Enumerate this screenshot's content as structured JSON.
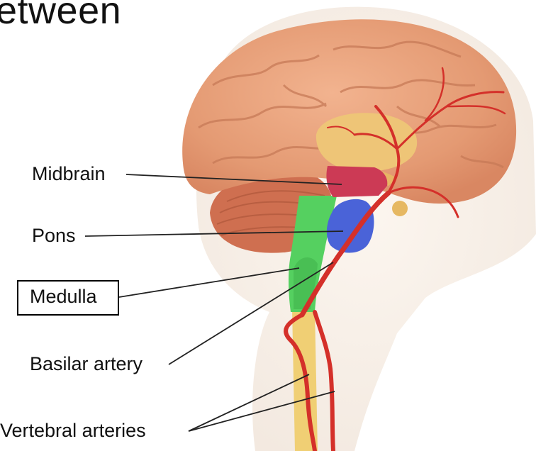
{
  "slide": {
    "title_fragment": "etween"
  },
  "labels": {
    "midbrain": "Midbrain",
    "pons": "Pons",
    "medulla": "Medulla",
    "basilar": "Basilar artery",
    "vertebral": "Vertebral arteries"
  },
  "colors": {
    "cerebrum": "#e8a07a",
    "midbrain": "#cc3a55",
    "pons": "#4a63d8",
    "medulla": "#55d060",
    "artery": "#d4302a",
    "spinal_cord": "#f0cf74"
  }
}
